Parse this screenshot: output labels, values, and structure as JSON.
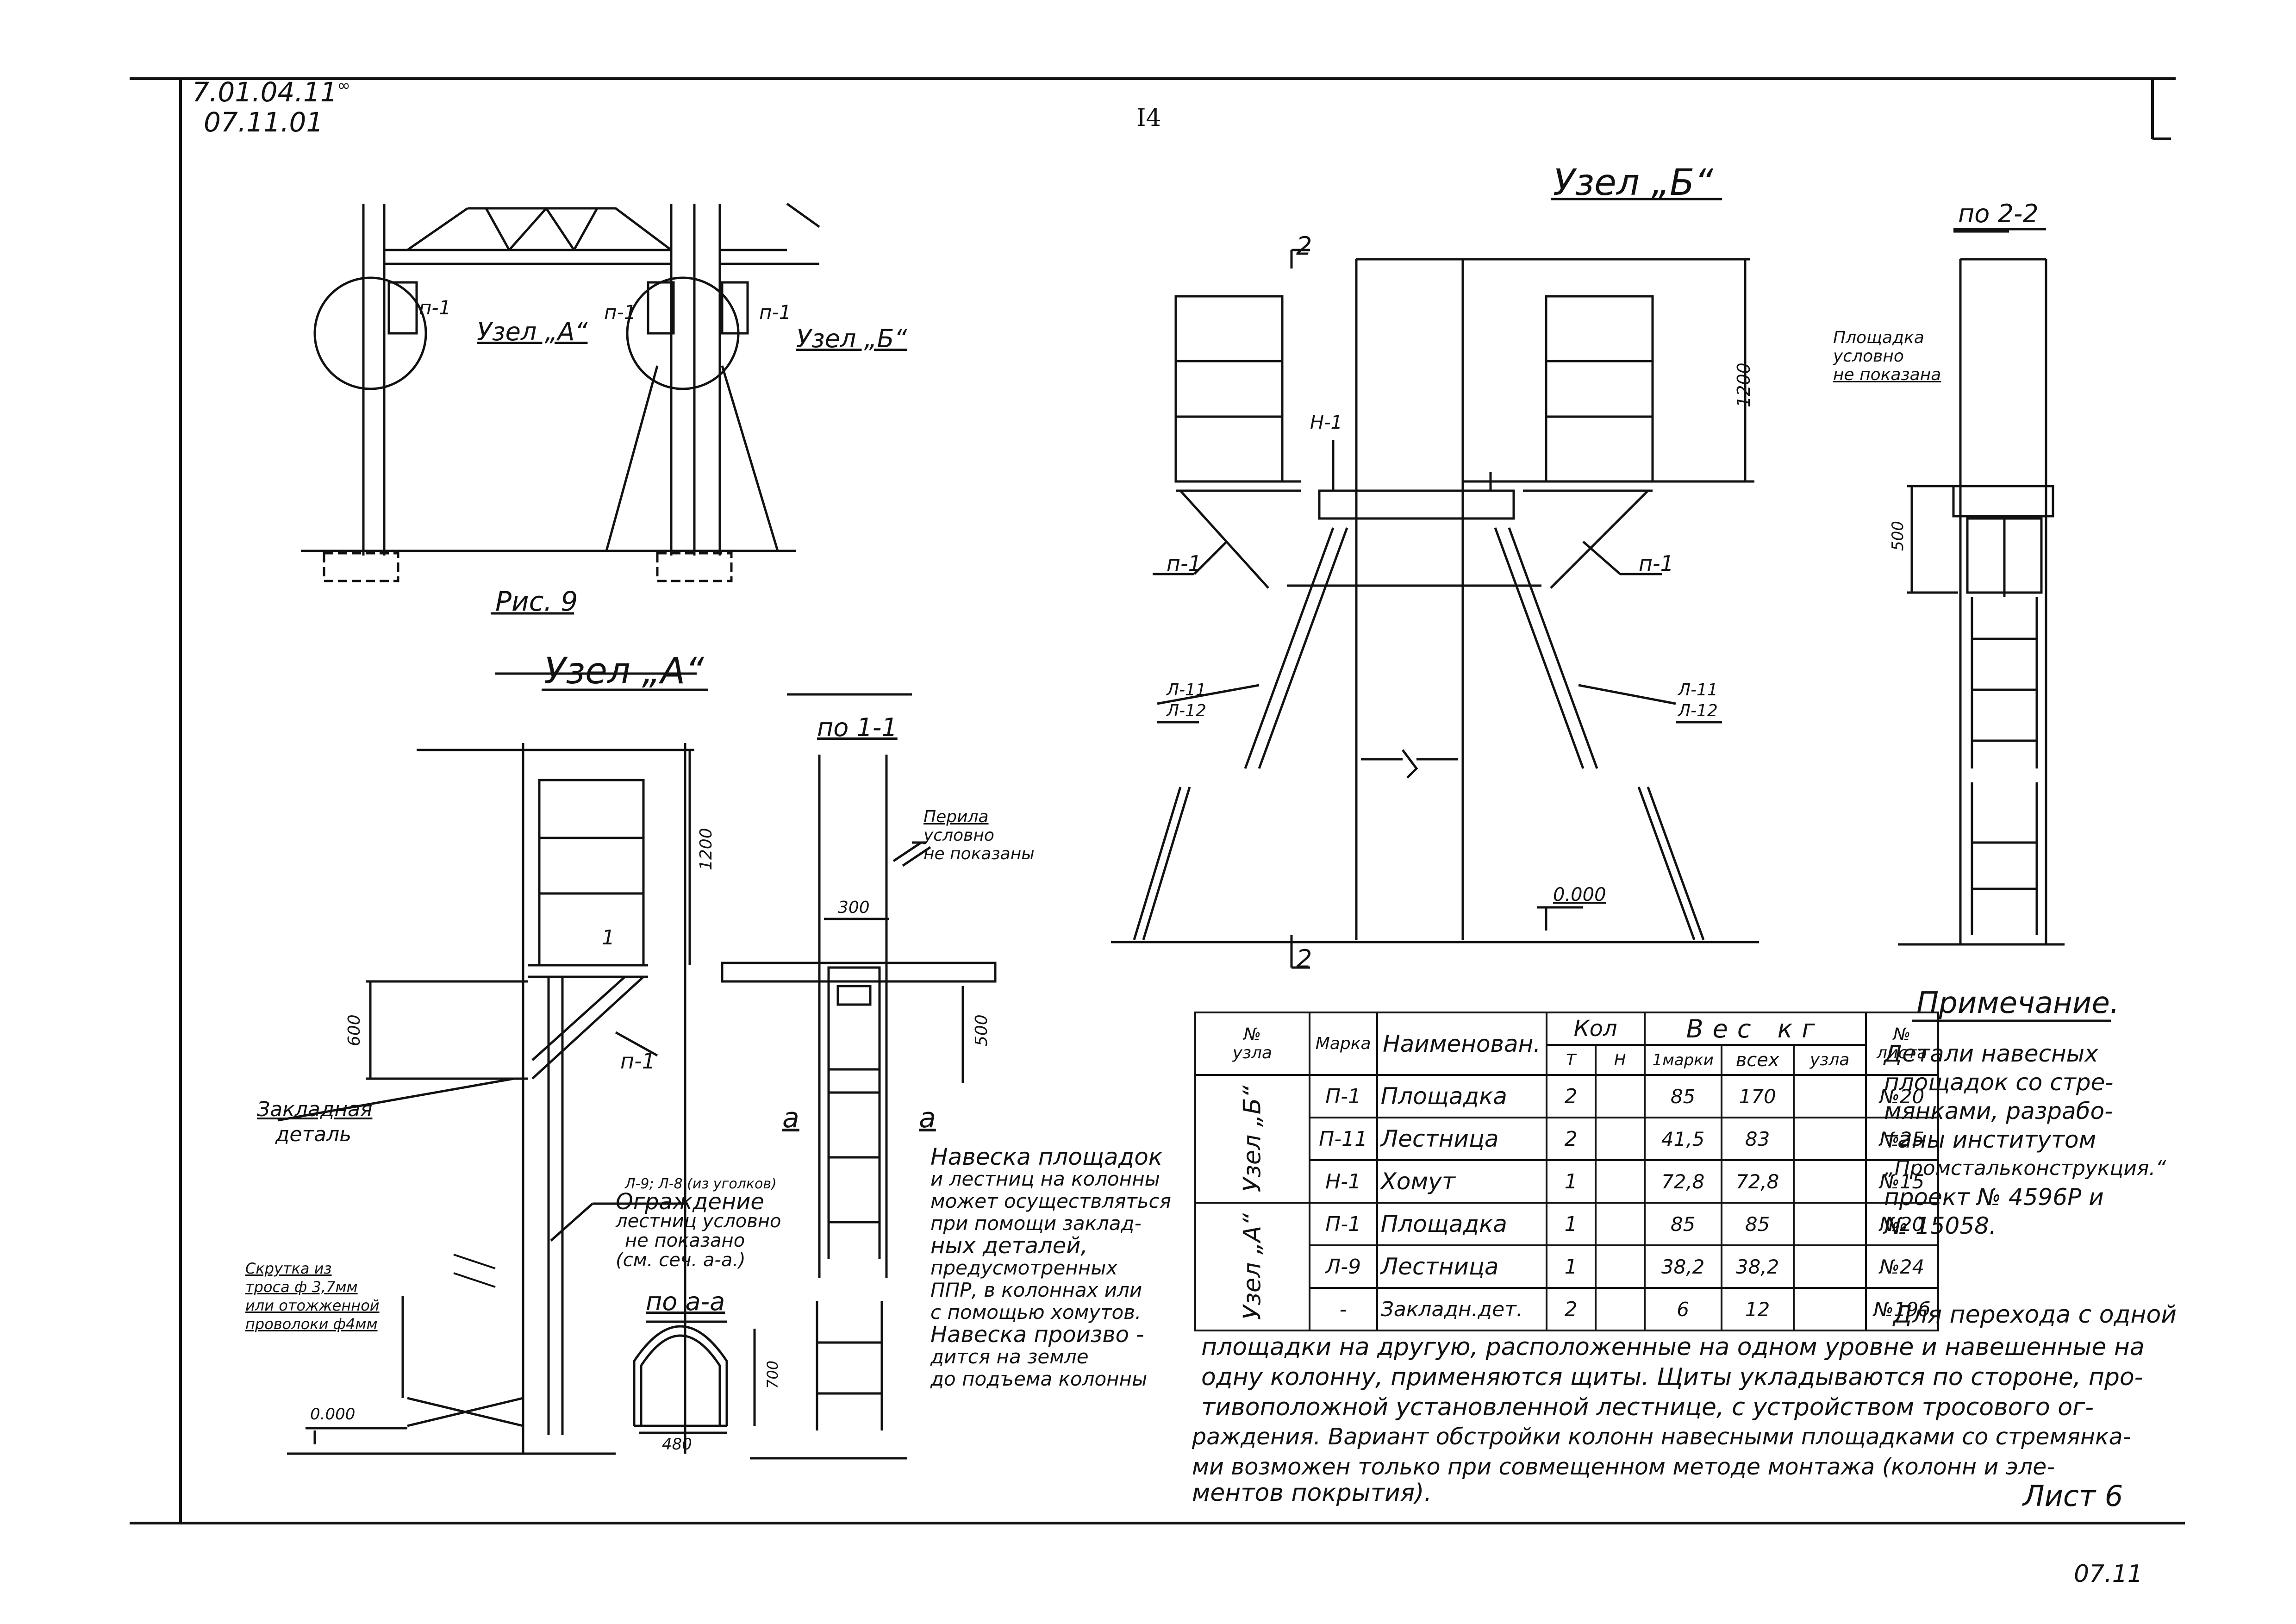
{
  "header": {
    "code_top": "7.01.04.11",
    "code_top_suffix": "∞",
    "code_bottom": "07.11.01",
    "page_number": "I4"
  },
  "figure9": {
    "label_p1_left": "п-1",
    "label_node_a": "Узел „А“",
    "label_p1_mid1": "п-1",
    "label_p1_mid2": "п-1",
    "label_node_b": "Узел „Б“",
    "caption": "Рис. 9"
  },
  "node_a": {
    "title": "Узел „А“",
    "dim_1200": "1200",
    "dim_600": "600",
    "label_section": "1",
    "label_p1": "п-1",
    "embedded_line1": "Закладная",
    "embedded_line2": "деталь",
    "ladder_ref": "Л-9; Л-8 (из уголков)",
    "fence_line1": "Ограждение",
    "fence_line2": "лестниц условно",
    "fence_line3": "не показано",
    "fence_line4": "(см. сеч. а-а.)",
    "twist_line1": "Скрутка из",
    "twist_line2": "троса ф 3,7мм",
    "twist_line3": "или отожженной",
    "twist_line4": "проволоки ф4мм",
    "level": "0.000"
  },
  "section_1_1": {
    "title": "по 1-1",
    "rail_line1": "Перила",
    "rail_line2": "условно",
    "rail_line3": "не показаны",
    "dim_300": "300",
    "dim_500": "500",
    "label_a_left": "а",
    "label_a_right": "а"
  },
  "section_a_a": {
    "title": "по а-а",
    "dim_700": "700",
    "dim_480": "480"
  },
  "mounting_note": [
    "Навеска площадок",
    "и лестниц на колонны",
    "может осуществляться",
    "при помощи заклад-",
    "ных деталей,",
    "предусмотренных",
    "ППР, в колоннах или",
    "с помощью хомутов.",
    "Навеска произво -",
    "дится на земле",
    "до подъема колонны"
  ],
  "node_b": {
    "title": "Узел „Б“",
    "section_mark_top": "2",
    "section_mark_bottom": "2",
    "dim_1200": "1200",
    "label_h1": "Н-1",
    "label_p1_left": "п-1",
    "label_p1_right": "п-1",
    "label_l11_left": "Л-11",
    "label_l12_left": "Л-12",
    "label_l11_right": "Л-11",
    "label_l12_right": "Л-12",
    "level": "0.000"
  },
  "section_2_2": {
    "title": "по 2-2",
    "platform_line1": "Площадка",
    "platform_line2": "условно",
    "platform_line3": "не показана",
    "dim_500": "500"
  },
  "note": {
    "title": "Примечание.",
    "lines": [
      "Детали навесных",
      "площадок со стре-",
      "мянками, разрабо-",
      "таны институтом",
      "„Промстальконструкция.“",
      "проект № 4596Р и",
      "№ 15058."
    ]
  },
  "table": {
    "headers": {
      "num_top": "№",
      "num_bottom": "узла",
      "mark": "Марка",
      "name": "Наименован.",
      "qty": "Кол",
      "qty_t": "Т",
      "qty_n": "Н",
      "weight": "Вес кг",
      "weight_mark": "1марки",
      "weight_all": "всех",
      "weight_node": "узла",
      "sheet_top": "№",
      "sheet_bottom": "листа"
    },
    "groups": [
      {
        "node": "Узел „Б“",
        "rows": [
          {
            "mark": "П-1",
            "name": "Площадка",
            "t": "2",
            "n": "",
            "w1": "85",
            "wall": "170",
            "wnode": "",
            "sheet": "№20"
          },
          {
            "mark": "П-11",
            "name": "Лестница",
            "t": "2",
            "n": "",
            "w1": "41,5",
            "wall": "83",
            "wnode": "",
            "sheet": "№25"
          },
          {
            "mark": "Н-1",
            "name": "Хомут",
            "t": "1",
            "n": "",
            "w1": "72,8",
            "wall": "72,8",
            "wnode": "",
            "sheet": "№15"
          }
        ]
      },
      {
        "node": "Узел „А“",
        "rows": [
          {
            "mark": "П-1",
            "name": "Площадка",
            "t": "1",
            "n": "",
            "w1": "85",
            "wall": "85",
            "wnode": "",
            "sheet": "№20"
          },
          {
            "mark": "Л-9",
            "name": "Лестница",
            "t": "1",
            "n": "",
            "w1": "38,2",
            "wall": "38,2",
            "wnode": "",
            "sheet": "№24"
          },
          {
            "mark": "-",
            "name": "Закладн.дет.",
            "t": "2",
            "n": "",
            "w1": "6",
            "wall": "12",
            "wnode": "",
            "sheet": "№19б"
          }
        ]
      }
    ]
  },
  "bottom_text": {
    "lead": "Для перехода с одной",
    "lines": [
      "площадки на другую, расположенные на одном уровне и навешенные на",
      "одну колонну, применяются щиты. Щиты укладываются по стороне, про-",
      "тивоположной установленной лестнице, с устройством тросового ог-",
      "раждения. Вариант обстройки колонн навесными площадками со стремянка-",
      "ми возможен только при совмещенном методе монтажа (колонн и эле-",
      "ментов покрытия)."
    ]
  },
  "footer": {
    "sheet": "Лист 6",
    "code": "07.11"
  }
}
